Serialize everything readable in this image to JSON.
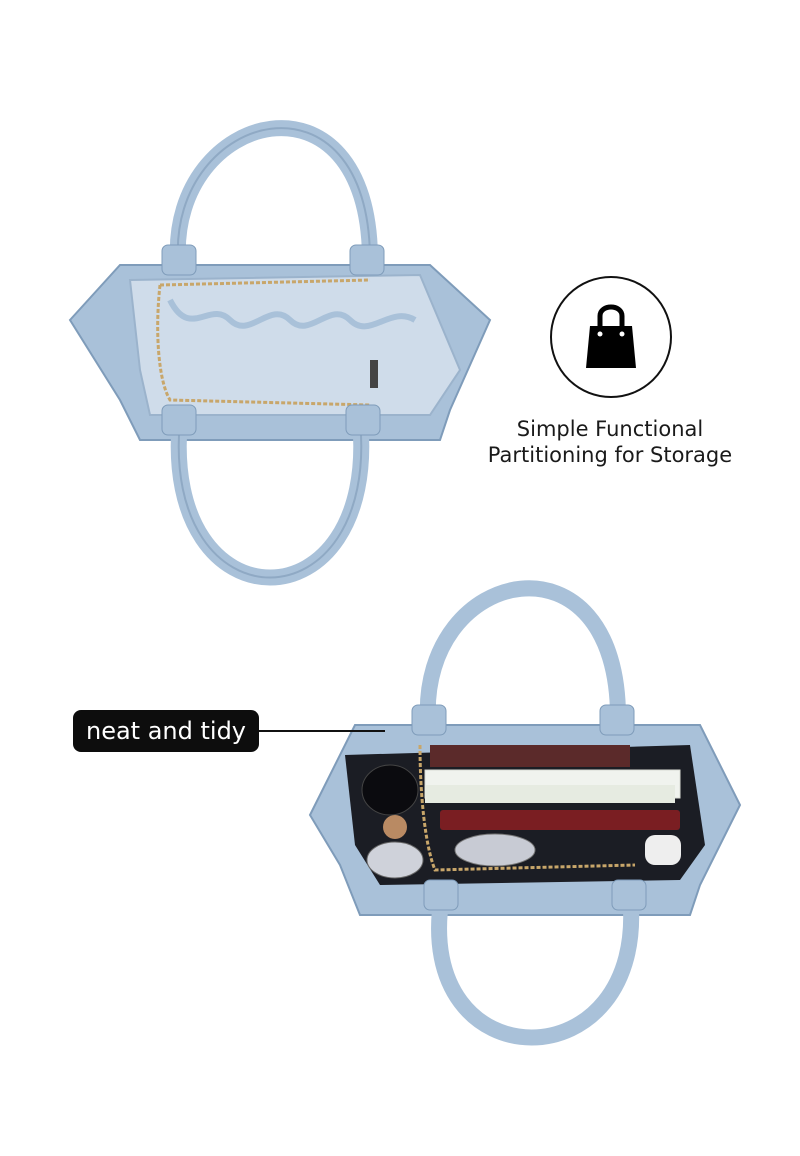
{
  "feature": {
    "icon": "shopping-bag-icon",
    "line1": "Simple Functional",
    "line2": "Partitioning for Storage"
  },
  "callout": {
    "label": "neat and tidy"
  },
  "colors": {
    "bag": "#a9c1d9",
    "bag_dark": "#7f9cba",
    "lining": "#cfdcea",
    "interior_dark": "#1b1d24",
    "zipper": "#c8a66a",
    "pill_bg": "#0d0d0d"
  }
}
